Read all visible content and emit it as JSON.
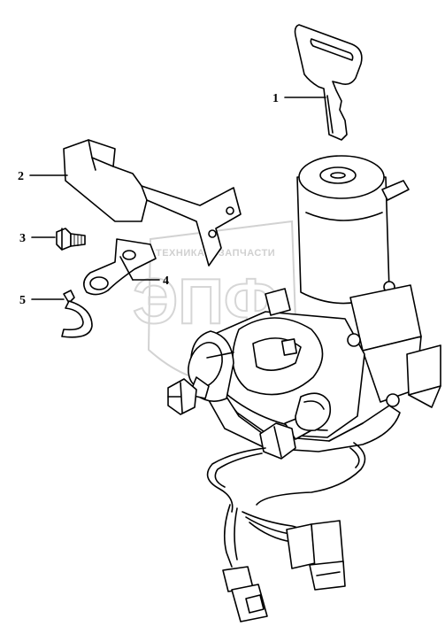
{
  "watermark": {
    "text": "ТЕХНИКА И ЗАПЧАСТИ",
    "logo": "ЭПФ"
  },
  "callouts": [
    {
      "id": "1",
      "label": "1"
    },
    {
      "id": "2",
      "label": "2"
    },
    {
      "id": "3",
      "label": "3"
    },
    {
      "id": "4",
      "label": "4"
    },
    {
      "id": "5",
      "label": "5"
    }
  ]
}
